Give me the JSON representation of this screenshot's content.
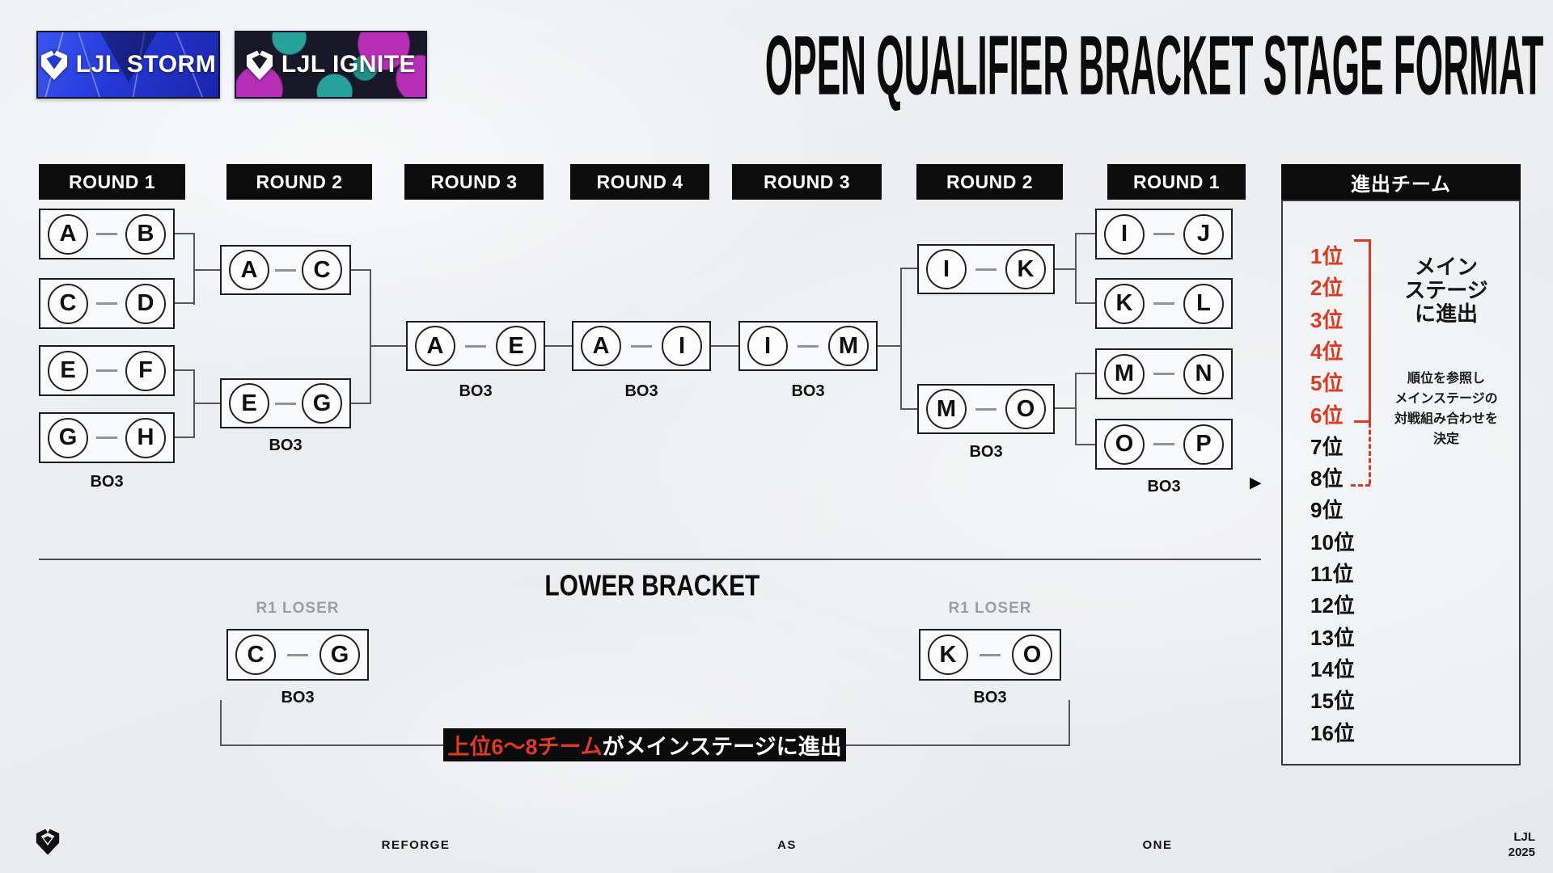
{
  "title": "OPEN QUALIFIER BRACKET STAGE FORMAT",
  "logos": {
    "storm": "LJL STORM",
    "ignite": "LJL IGNITE"
  },
  "round_headers": [
    "ROUND 1",
    "ROUND 2",
    "ROUND 3",
    "ROUND 4",
    "ROUND 3",
    "ROUND 2",
    "ROUND 1"
  ],
  "labels": {
    "bo3": "BO3",
    "r1_loser": "R1 LOSER",
    "lower_bracket": "LOWER BRACKET"
  },
  "bracket": {
    "matches": [
      {
        "id": "ab",
        "teams": [
          "A",
          "B"
        ],
        "bo3": false,
        "loser_label": false
      },
      {
        "id": "cd",
        "teams": [
          "C",
          "D"
        ],
        "bo3": false,
        "loser_label": false
      },
      {
        "id": "ef",
        "teams": [
          "E",
          "F"
        ],
        "bo3": false,
        "loser_label": false
      },
      {
        "id": "gh",
        "teams": [
          "G",
          "H"
        ],
        "bo3": true,
        "loser_label": false
      },
      {
        "id": "ac",
        "teams": [
          "A",
          "C"
        ],
        "bo3": false,
        "loser_label": false
      },
      {
        "id": "eg",
        "teams": [
          "E",
          "G"
        ],
        "bo3": true,
        "loser_label": false
      },
      {
        "id": "ae",
        "teams": [
          "A",
          "E"
        ],
        "bo3": true,
        "loser_label": false
      },
      {
        "id": "ai",
        "teams": [
          "A",
          "I"
        ],
        "bo3": true,
        "loser_label": false
      },
      {
        "id": "im",
        "teams": [
          "I",
          "M"
        ],
        "bo3": true,
        "loser_label": false
      },
      {
        "id": "ik",
        "teams": [
          "I",
          "K"
        ],
        "bo3": false,
        "loser_label": false
      },
      {
        "id": "mo",
        "teams": [
          "M",
          "O"
        ],
        "bo3": true,
        "loser_label": false
      },
      {
        "id": "ij",
        "teams": [
          "I",
          "J"
        ],
        "bo3": false,
        "loser_label": false
      },
      {
        "id": "kl",
        "teams": [
          "K",
          "L"
        ],
        "bo3": false,
        "loser_label": false
      },
      {
        "id": "mn",
        "teams": [
          "M",
          "N"
        ],
        "bo3": false,
        "loser_label": false
      },
      {
        "id": "op",
        "teams": [
          "O",
          "P"
        ],
        "bo3": true,
        "loser_label": false
      },
      {
        "id": "cg",
        "teams": [
          "C",
          "G"
        ],
        "bo3": true,
        "loser_label": true
      },
      {
        "id": "ko",
        "teams": [
          "K",
          "O"
        ],
        "bo3": true,
        "loser_label": true
      }
    ]
  },
  "advance_panel": {
    "title": "進出チーム",
    "ranks": [
      "1位",
      "2位",
      "3位",
      "4位",
      "5位",
      "6位",
      "7位",
      "8位",
      "9位",
      "10位",
      "11位",
      "12位",
      "13位",
      "14位",
      "15位",
      "16位"
    ],
    "highlighted_count": 6,
    "main_note_lines": [
      "メイン",
      "ステージ",
      "に進出"
    ],
    "sub_note_lines": [
      "順位を参照し",
      "メインステージの",
      "対戦組み合わせを",
      "決定"
    ]
  },
  "lower_note": {
    "highlight": "上位6〜8チーム",
    "rest": "がメインステージに進出"
  },
  "footer": {
    "words": [
      "REFORGE",
      "AS",
      "ONE"
    ],
    "brand_lines": [
      "LJL",
      "2025"
    ]
  },
  "icons": {
    "advance_arrow": "▶"
  },
  "colors": {
    "accent_red": "#de3a21",
    "black": "#0c0c0c",
    "storm_blue": "#2438d6",
    "ignite_magenta": "#b62fb6",
    "ignite_teal": "#27a29b"
  }
}
